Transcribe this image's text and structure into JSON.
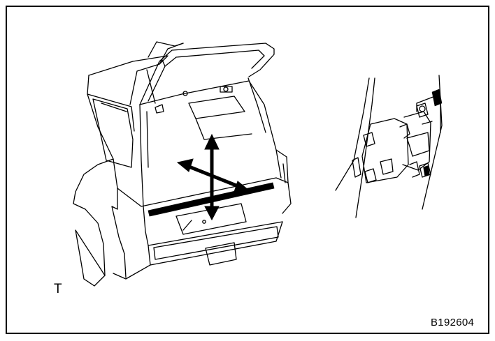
{
  "figure": {
    "view_letter": "T",
    "figure_id": "B192604",
    "line_color": "#000000",
    "background_color": "#ffffff"
  },
  "components": {
    "vehicle": "suv-rear-with-open-back-door",
    "movement_indicator": "four-way-adjustment-arrows",
    "detail": "back-door-hinge-with-bolts"
  }
}
